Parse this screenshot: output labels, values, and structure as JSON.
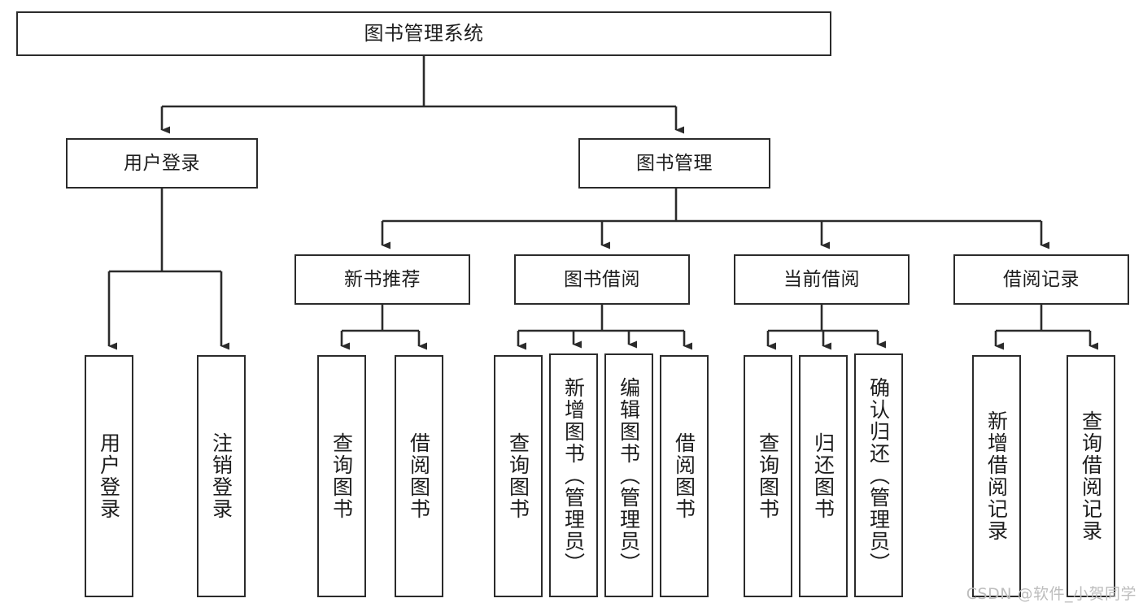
{
  "diagram": {
    "title": "图书管理系统",
    "type": "tree",
    "orientation": "top-down",
    "line_color": "#2b2b2b",
    "box_fill": "#ffffff",
    "text_color": "#1d1d1d"
  },
  "root": {
    "label": "图书管理系统"
  },
  "level1": [
    {
      "label": "用户登录"
    },
    {
      "label": "图书管理"
    }
  ],
  "level2": [
    {
      "label": "新书推荐"
    },
    {
      "label": "图书借阅"
    },
    {
      "label": "当前借阅"
    },
    {
      "label": "借阅记录"
    }
  ],
  "leaves": {
    "user_login": [
      {
        "label": "用户登录"
      },
      {
        "label": "注销登录"
      }
    ],
    "new_book_recommend": [
      {
        "label": "查询图书"
      },
      {
        "label": "借阅图书"
      }
    ],
    "book_borrow": [
      {
        "label": "查询图书"
      },
      {
        "label": "新增图书（管理员）"
      },
      {
        "label": "编辑图书（管理员）"
      },
      {
        "label": "借阅图书"
      }
    ],
    "current_borrow": [
      {
        "label": "查询图书"
      },
      {
        "label": "归还图书"
      },
      {
        "label": "确认归还（管理员）"
      }
    ],
    "borrow_record": [
      {
        "label": "新增借阅记录"
      },
      {
        "label": "查询借阅记录"
      }
    ]
  },
  "watermark": {
    "text": "CSDN @软件_小贺同学"
  }
}
